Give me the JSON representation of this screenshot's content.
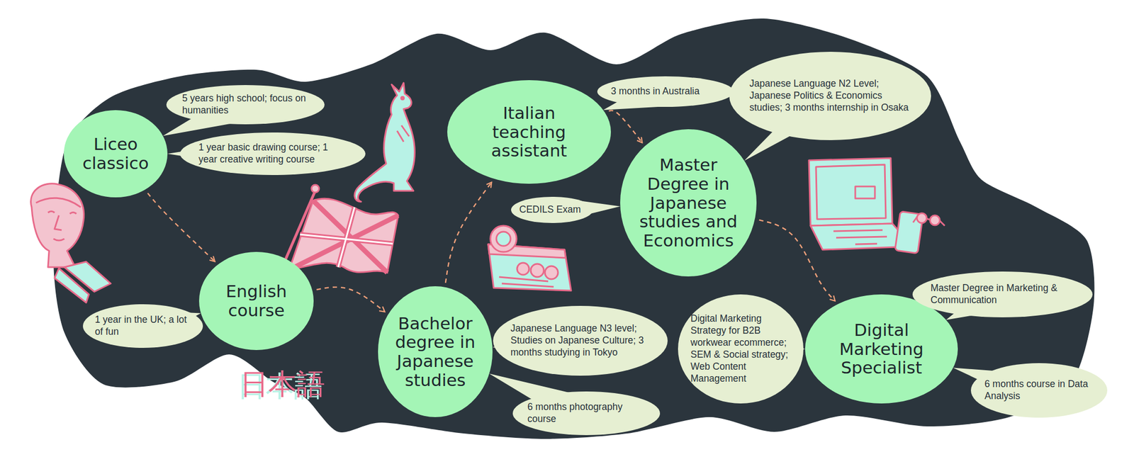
{
  "diagram": {
    "nodes": [
      {
        "text": [
          "Liceo classico"
        ]
      },
      {
        "text": [
          "5 years high school; focus on humanities"
        ]
      },
      {
        "text": [
          "1 year basic drawing course; 1 year creative writing course"
        ]
      },
      {
        "text": [
          "English course"
        ]
      },
      {
        "text": [
          "1 year in the UK; a lot of fun"
        ]
      },
      {
        "text": [
          "Bachelor degree in Japanese studies"
        ]
      },
      {
        "text": [
          "Japanese Language N3 level; Studies on Japanese Culture; 3 months studying in Tokyo"
        ]
      },
      {
        "text": [
          "6 months photography course"
        ]
      },
      {
        "text": [
          "Italian teaching assistant"
        ]
      },
      {
        "text": [
          "3 months in Australia"
        ]
      },
      {
        "text": [
          "CEDILS Exam"
        ]
      },
      {
        "text": [
          "Master Degree in Japanese studies and Economics"
        ]
      },
      {
        "text": [
          "Japanese Language N2 Level; Japanese Politics & Economics studies; 3 months internship in Osaka"
        ]
      },
      {
        "text": [
          "Digital Marketing Specialist"
        ]
      },
      {
        "text": [
          "Digital Marketing Strategy for B2B workwear ecommerce; SEM & Social strategy; Web Content Management"
        ]
      },
      {
        "text": [
          "Master Degree in Marketing & Communication"
        ]
      },
      {
        "text": [
          "6 months course in Data Analysis"
        ]
      }
    ],
    "edges": [
      {
        "from": 0,
        "to": 3,
        "arrow": "to"
      },
      {
        "from": 3,
        "to": 5,
        "arrow": "to"
      },
      {
        "from": 5,
        "to": 8,
        "arrow": "to"
      },
      {
        "from": 8,
        "to": 11,
        "arrow": "to"
      },
      {
        "from": 11,
        "to": 13,
        "arrow": "to"
      }
    ],
    "labels": [
      "日本語"
    ]
  }
}
